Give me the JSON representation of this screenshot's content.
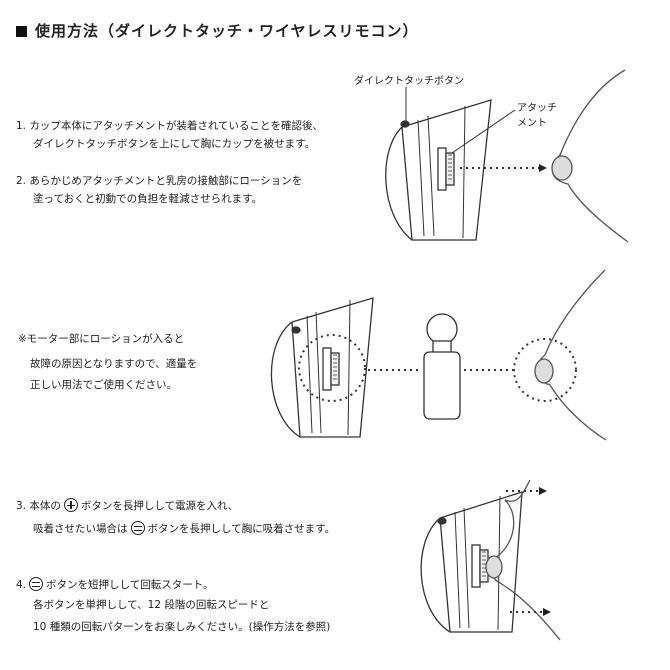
{
  "title": "使用方法（ダイレクトタッチ・ワイヤレスリモコン）",
  "labels": {
    "direct_touch_button": "ダイレクトタッチボタン",
    "attachment_line1": "アタッチ",
    "attachment_line2": "メント"
  },
  "section1": {
    "step1_line1": "1. カップ本体にアタッチメントが装着されていることを確認後、",
    "step1_line2": "ダイレクトタッチボタンを上にして胸にカップを被せます。",
    "step2_line1": "2. あらかじめアタッチメントと乳房の接触部にローションを",
    "step2_line2": "塗っておくと初動での負担を軽減させられます。"
  },
  "section2": {
    "note_line1": "※モーター部にローションが入ると",
    "note_line2": "故障の原因となりますので、適量を",
    "note_line3": "正しい用法でご使用ください。"
  },
  "section3": {
    "step3_line1_a": "3. 本体の",
    "step3_line1_b": "ボタンを長押しして電源を入れ、",
    "step3_line2_a": "吸着させたい場合は",
    "step3_line2_b": "ボタンを長押しして胸に吸着させます。",
    "step4_line1_a": "4.",
    "step4_line1_b": "ボタンを短押しして回転スタート。",
    "step4_line2": "各ボタンを単押しして、12 段階の回転スピードと",
    "step4_line3": "10 種類の回転パターンをお楽しみください。(操作方法を参照)"
  },
  "icons": {
    "plus_button": "power-plus-circle-icon",
    "minus_button": "suction-equal-circle-icon"
  }
}
